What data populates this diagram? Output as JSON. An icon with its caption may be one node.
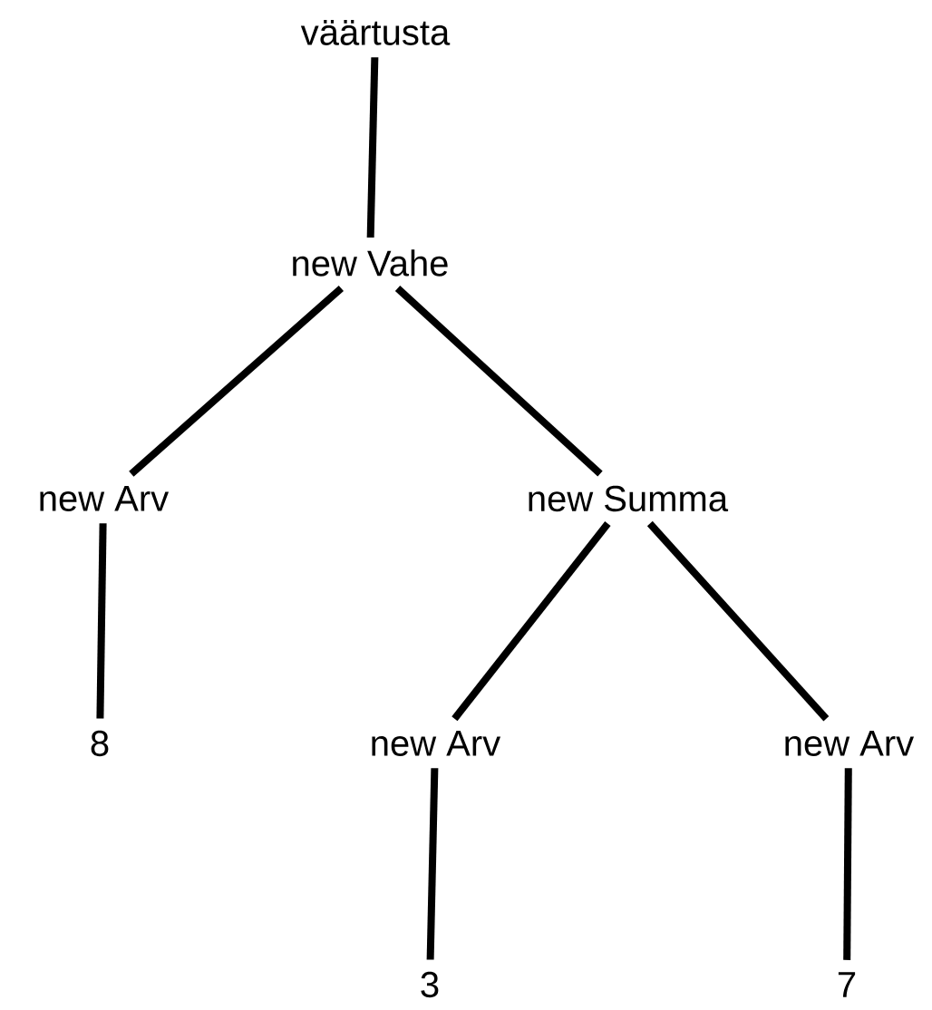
{
  "diagram": {
    "nodes": [
      {
        "text": [
          "väärtusta"
        ]
      },
      {
        "text": [
          "new Vahe"
        ]
      },
      {
        "text": [
          "new Arv"
        ]
      },
      {
        "text": [
          "new Summa"
        ]
      },
      {
        "text": [
          "8"
        ]
      },
      {
        "text": [
          "new Arv"
        ]
      },
      {
        "text": [
          "new Arv"
        ]
      },
      {
        "text": [
          "3"
        ]
      },
      {
        "text": [
          "7"
        ]
      }
    ],
    "edges": [
      {
        "from": 0,
        "to": 1,
        "arrow": "none"
      },
      {
        "from": 1,
        "to": 2,
        "arrow": "none"
      },
      {
        "from": 1,
        "to": 3,
        "arrow": "none"
      },
      {
        "from": 2,
        "to": 4,
        "arrow": "none"
      },
      {
        "from": 3,
        "to": 5,
        "arrow": "none"
      },
      {
        "from": 3,
        "to": 6,
        "arrow": "none"
      },
      {
        "from": 5,
        "to": 7,
        "arrow": "none"
      },
      {
        "from": 6,
        "to": 8,
        "arrow": "none"
      }
    ]
  }
}
